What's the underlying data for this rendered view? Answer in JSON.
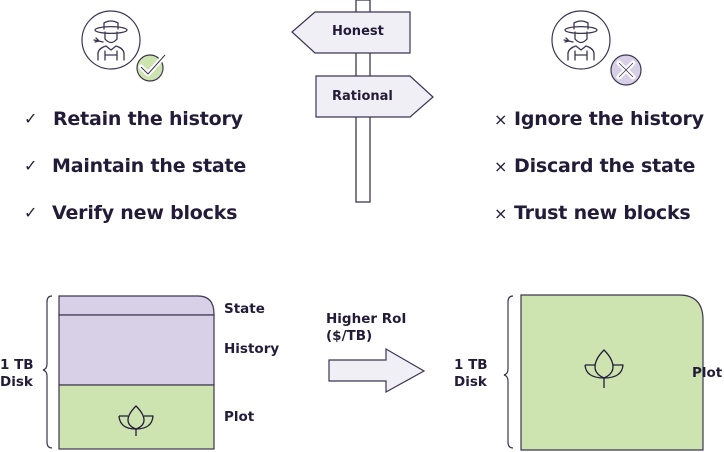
{
  "colors": {
    "ink": "#231c38",
    "outline": "#3d3550",
    "sign_fill": "#f1eff6",
    "state_history_fill": "#d8d0e6",
    "plot_fill": "#cde4b0",
    "check_badge": "#cde4b0",
    "cross_badge": "#d8d0e6"
  },
  "farmers": {
    "honest": {
      "icon": "farmer-icon",
      "badge": "check-badge-icon"
    },
    "rational": {
      "icon": "farmer-icon",
      "badge": "cross-badge-icon"
    }
  },
  "signpost": {
    "left_sign": "Honest",
    "right_sign": "Rational"
  },
  "honest_list": {
    "marker": "✓",
    "items": [
      "Retain the history",
      "Maintain the state",
      "Verify new blocks"
    ]
  },
  "rational_list": {
    "marker": "×",
    "items": [
      "Ignore the history",
      "Discard the state",
      "Trust new blocks"
    ]
  },
  "left_disk": {
    "size_label_line1": "1 TB",
    "size_label_line2": "Disk",
    "segments": [
      {
        "name": "State",
        "fill": "#d8d0e6"
      },
      {
        "name": "History",
        "fill": "#d8d0e6"
      },
      {
        "name": "Plot",
        "fill": "#cde4b0",
        "icon": "leaf-icon"
      }
    ]
  },
  "transition": {
    "label_line1": "Higher RoI",
    "label_line2": "($/TB)",
    "icon": "right-arrow-icon"
  },
  "right_disk": {
    "size_label_line1": "1 TB",
    "size_label_line2": "Disk",
    "segments": [
      {
        "name": "Plot",
        "fill": "#cde4b0",
        "icon": "leaf-icon"
      }
    ]
  }
}
